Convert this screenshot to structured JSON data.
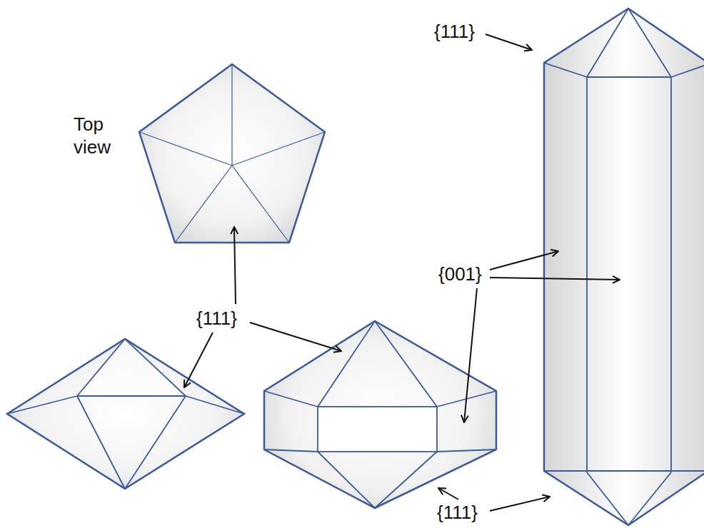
{
  "diagram": {
    "labels": [
      "Top view",
      "{111}",
      "{001}",
      "{111}",
      "{111}"
    ]
  }
}
